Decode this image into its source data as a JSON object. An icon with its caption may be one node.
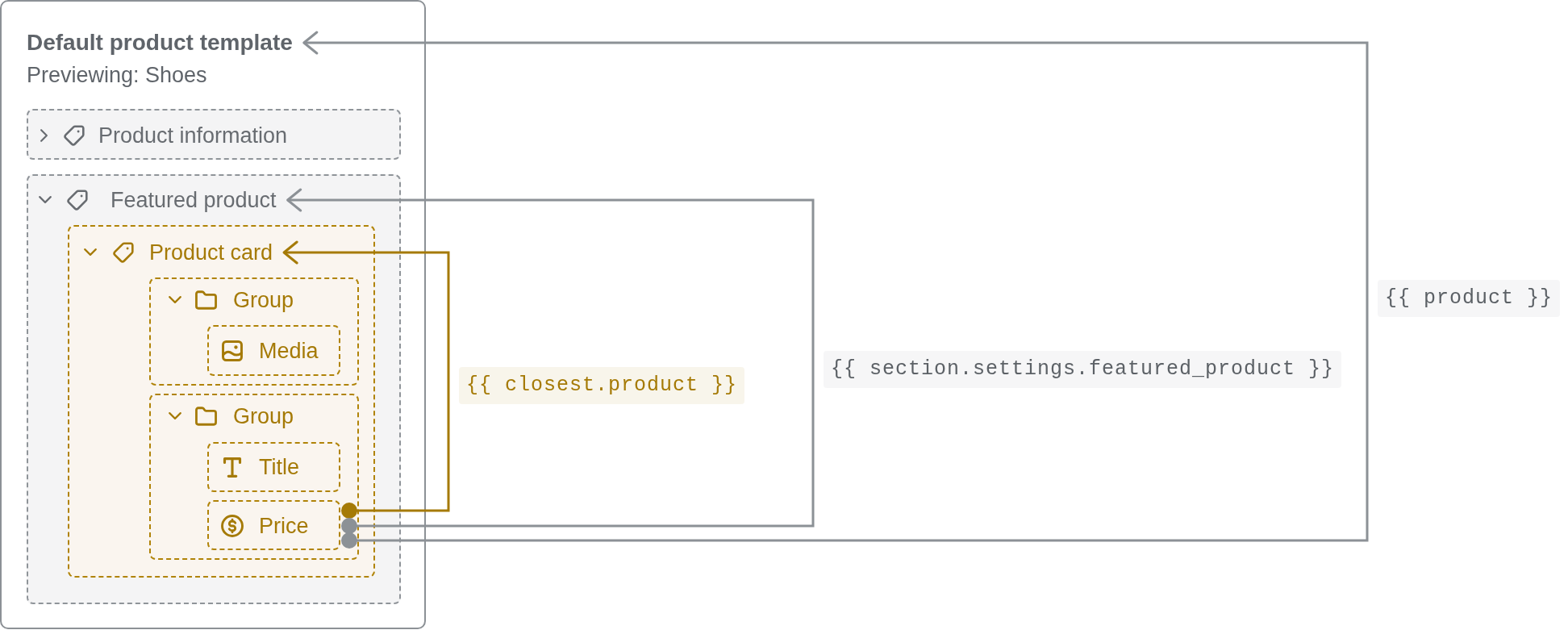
{
  "diagram": {
    "nodes": [
      {
        "text": [
          "Default product template",
          "Previewing: Shoes"
        ]
      },
      {
        "text": [
          "Product information"
        ],
        "in": 0
      },
      {
        "text": [
          "Featured product"
        ],
        "in": 0
      },
      {
        "text": [
          "Product card"
        ],
        "in": 2
      },
      {
        "text": [
          "Group"
        ],
        "in": 3
      },
      {
        "text": [
          "Media"
        ],
        "in": 4
      },
      {
        "text": [
          "Group"
        ],
        "in": 3
      },
      {
        "text": [
          "Title"
        ],
        "in": 6
      },
      {
        "text": [
          "Price"
        ],
        "in": 6
      }
    ],
    "edges": [
      {
        "from": 8,
        "to": 3,
        "arrow": "to",
        "label": "{{ closest.product }}",
        "color": "#a57a06"
      },
      {
        "from": 8,
        "to": 2,
        "arrow": "to",
        "label": "{{ section.settings.featured_product }}"
      },
      {
        "from": 8,
        "to": 0,
        "arrow": "to",
        "label": "{{ product }}"
      }
    ]
  }
}
